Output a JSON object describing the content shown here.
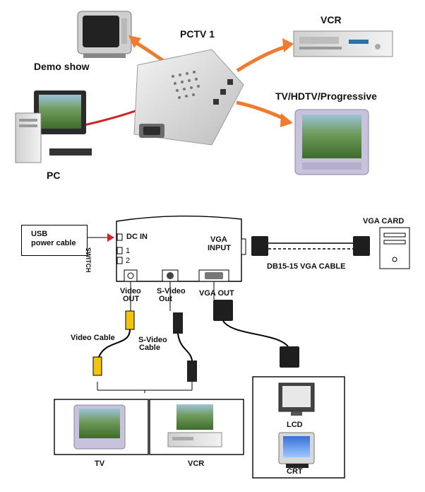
{
  "top": {
    "device_label": "PCTV 1",
    "demo_label": "Demo show",
    "vcr_label": "VCR",
    "tv_label": "TV/HDTV/Progressive",
    "pc_label": "PC"
  },
  "wiring": {
    "usb_label_1": "USB",
    "usb_label_2": "power cable",
    "switch_label": "SWITCH",
    "dc_in": "DC IN",
    "port_1": "1",
    "port_2": "2",
    "vga_input_1": "VGA",
    "vga_input_2": "INPUT",
    "video_out_1": "Video",
    "video_out_2": "OUT",
    "svideo_out_1": "S-Video",
    "svideo_out_2": "Out",
    "vga_out": "VGA OUT",
    "vga_card": "VGA CARD",
    "vga_cable": "DB15-15 VGA CABLE",
    "video_cable": "Video Cable",
    "svideo_cable_1": "S-Video",
    "svideo_cable_2": "Cable",
    "bottom_tv": "TV",
    "bottom_vcr": "VCR",
    "lcd": "LCD",
    "crt": "CRT"
  },
  "colors": {
    "arrow": "#f07a2e",
    "pc_cable": "#d32020",
    "device_body": "#e6e6e6",
    "power_arrow": "#d8202a"
  }
}
